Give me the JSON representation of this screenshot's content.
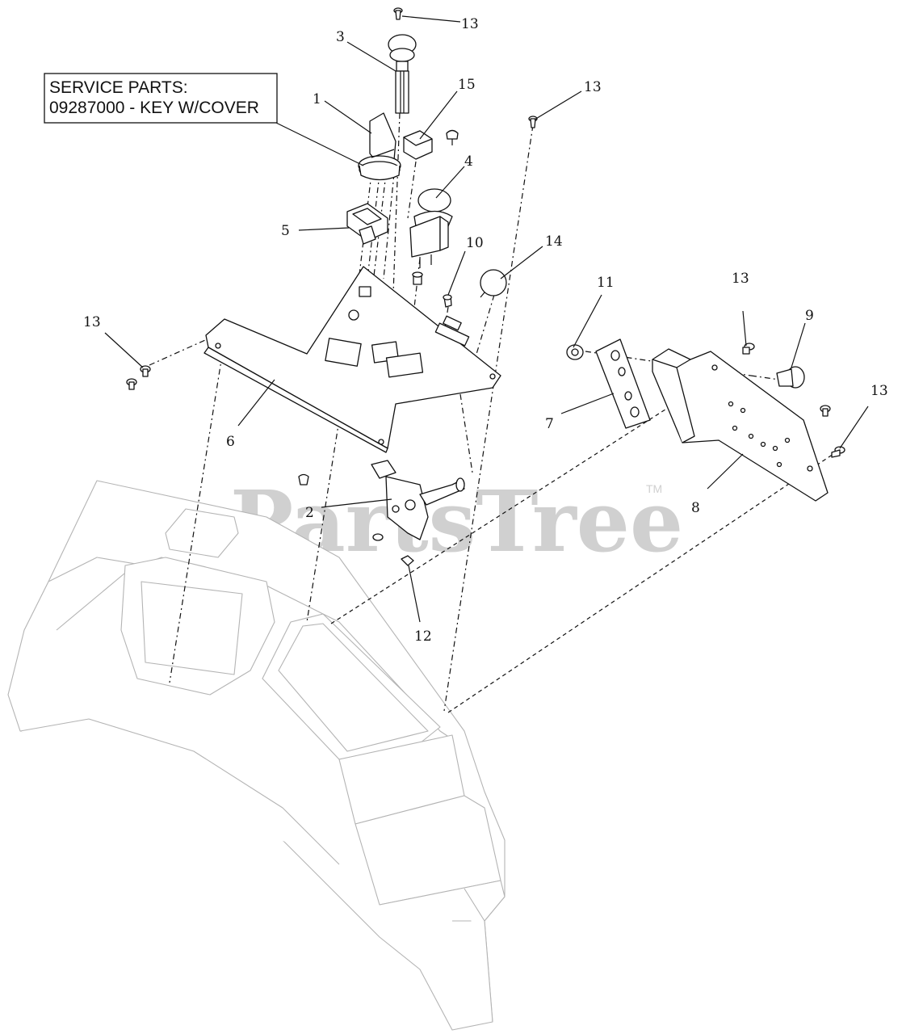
{
  "service_box": {
    "line1": "SERVICE PARTS:",
    "line2": "09287000 - KEY W/COVER"
  },
  "watermark": {
    "text": "PartsTree",
    "trademark": "TM"
  },
  "callouts": {
    "c1": "1",
    "c2": "2",
    "c3": "3",
    "c4": "4",
    "c5": "5",
    "c6": "6",
    "c7": "7",
    "c8": "8",
    "c9": "9",
    "c10": "10",
    "c11": "11",
    "c12": "12",
    "c13a": "13",
    "c13b": "13",
    "c13c": "13",
    "c13d": "13",
    "c13e": "13",
    "c14": "14",
    "c15": "15"
  },
  "colors": {
    "line": "#111111",
    "faint_line": "#b4b4b4",
    "watermark": "#d0d0d0"
  }
}
